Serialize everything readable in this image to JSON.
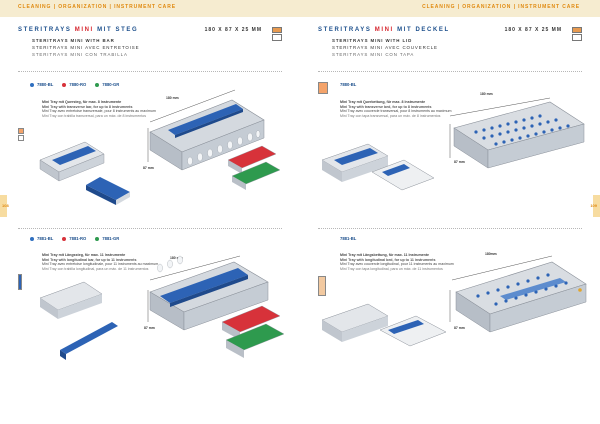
{
  "left": {
    "section": "CLEANING | ORGANIZATION | INSTRUMENT CARE",
    "title_prefix": "STERITRAYS",
    "title_highlight": "MINI",
    "title_suffix": "MIT STEG",
    "dims": "180 X 87 X 25 MM",
    "subtitles": [
      "STERITRAYS MINI WITH BAR",
      "STERITRAYS MINI AVEC ENTRETOISE",
      "STERITRAYS MINI CON TRABILLA"
    ],
    "page_number": "108",
    "products": [
      {
        "variants": [
          {
            "code": "7880-BL",
            "color": "#2f6fc0"
          },
          {
            "code": "7880-RO",
            "color": "#d7323a"
          },
          {
            "code": "7880-GR",
            "color": "#2e9a4e"
          }
        ],
        "desc": [
          "Mini Tray mit Quersteg, für max. 8 Instrumente",
          "Mini Tray with transverse bar, for up to 8 instruments",
          "Mini Tray avec entretoise transversale, pour 8 instruments au maximum",
          "Mini Tray con trabilla transversal, para un máx. de 8 instrumentos"
        ],
        "dim_length": "180 mm",
        "dim_width": "87 mm"
      },
      {
        "variants": [
          {
            "code": "7881-BL",
            "color": "#2f6fc0"
          },
          {
            "code": "7881-RO",
            "color": "#d7323a"
          },
          {
            "code": "7881-GR",
            "color": "#2e9a4e"
          }
        ],
        "desc": [
          "Mini Tray mit Längssteg, für max. 11 Instrumente",
          "Mini Tray with longitudinal bar, for up to 11 instruments",
          "Mini Tray avec entretoise longitudinale, pour 11 instruments au maximum",
          "Mini Tray con trabilla longitudinal, para un máx. de 11 instrumentos"
        ],
        "dim_length": "180 mm",
        "dim_width": "87 mm"
      }
    ]
  },
  "right": {
    "section": "CLEANING | ORGANIZATION | INSTRUMENT CARE",
    "title_prefix": "STERITRAYS",
    "title_highlight": "MINI",
    "title_suffix": "MIT DECKEL",
    "dims": "180 X 87 X 25 MM",
    "subtitles": [
      "STERITRAYS MINI WITH LID",
      "STERITRAYS MINI AVEC COUVERCLE",
      "STERITRAYS MINI CON TAPA"
    ],
    "page_number": "109",
    "products": [
      {
        "variants": [
          {
            "code": "7880-BL",
            "color": "#2f6fc0"
          }
        ],
        "desc": [
          "Mini Tray mit Querbettung, für max. 8 Instrumente",
          "Mini Tray with transverse bed, for up to 8 instruments",
          "Mini Tray avec couvercle transversal, pour 8 instruments au maximum",
          "Mini Tray con tapa transversal, para un máx. de 8 instrumentos"
        ],
        "dim_length": "180 mm",
        "dim_width": "87 mm"
      },
      {
        "variants": [
          {
            "code": "7881-BL",
            "color": "#2f6fc0"
          }
        ],
        "desc": [
          "Mini Tray mit Längsbettung, für max. 11 Instrumente",
          "Mini Tray with longitudinal bed, for up to 11 instruments",
          "Mini Tray avec couvercle longitudinal, pour 11 instruments au maximum",
          "Mini Tray con tapa longitudinal, para un máx. de 11 instrumentos"
        ],
        "dim_length": "180mm",
        "dim_width": "87 mm"
      }
    ]
  }
}
